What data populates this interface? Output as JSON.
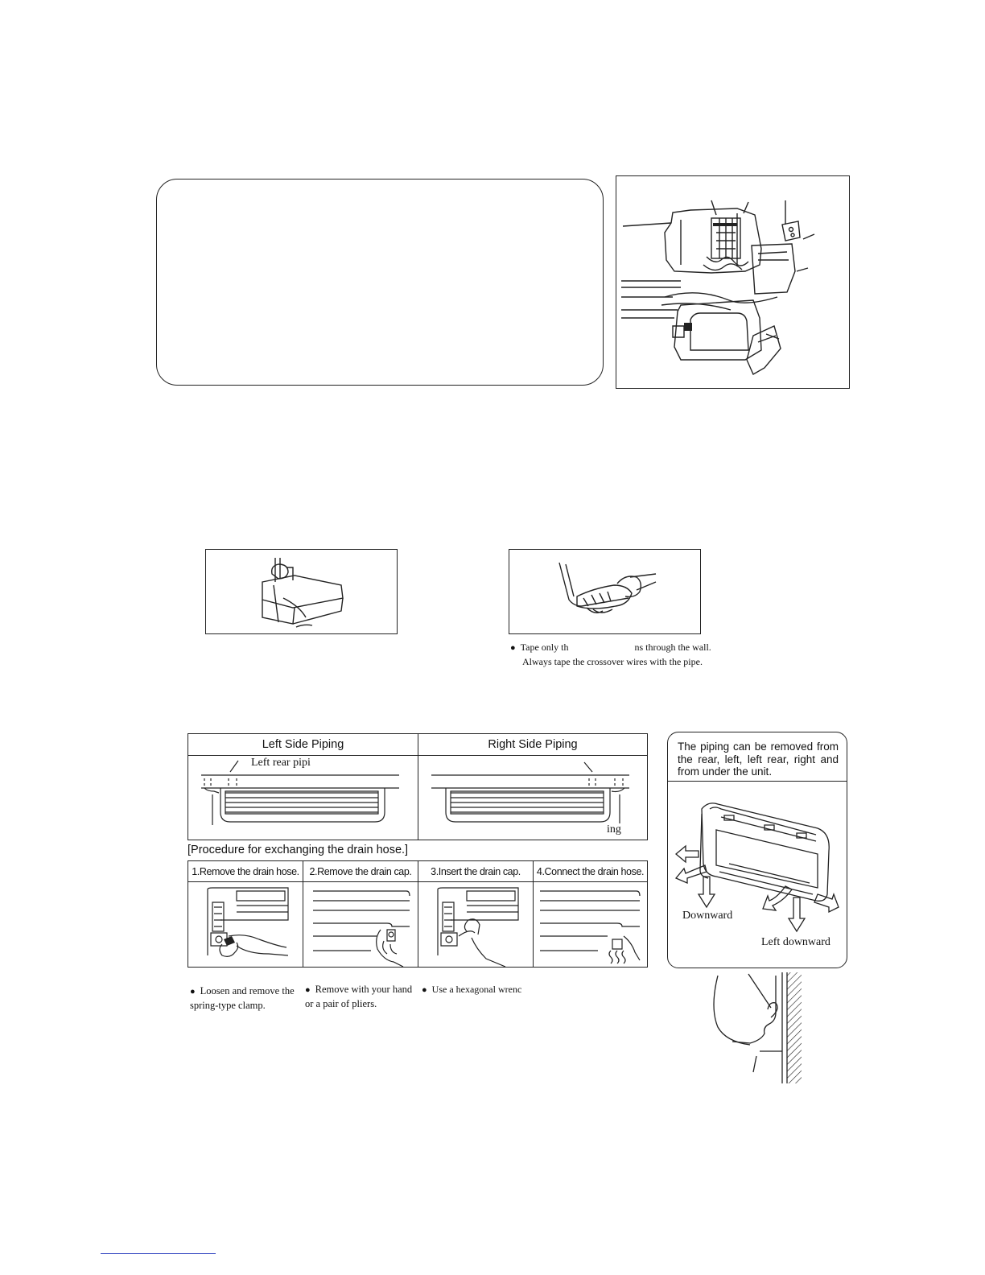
{
  "tape_note": {
    "line1_a": "Tape only th",
    "line1_b": "ns through the wall.",
    "line2": "Always tape the crossover wires with the pipe."
  },
  "piping_table": {
    "left_header": "Left Side Piping",
    "right_header": "Right Side Piping",
    "left_label": "Left rear pipi",
    "right_label": "ing"
  },
  "procedure": {
    "title": "[Procedure for exchanging the drain hose.]",
    "steps": [
      {
        "header": "1.Remove the drain hose.",
        "note": "Loosen and remove the spring-type clamp."
      },
      {
        "header": "2.Remove the drain cap.",
        "note": "Remove with your hand or a pair of pliers."
      },
      {
        "header": "3.Insert the drain cap.",
        "note": "Use a hexagonal wrenc"
      },
      {
        "header": "4.Connect the drain hose.",
        "note": ""
      }
    ]
  },
  "directions_panel": {
    "text": "The piping can be removed from the rear, left, left rear, right and from under the unit.",
    "label_downward": "Downward",
    "label_left_downward": "Left downward"
  },
  "icons": {
    "bullet": "●"
  }
}
